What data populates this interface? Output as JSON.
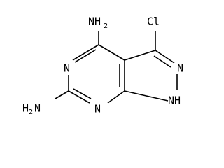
{
  "molecule": {
    "atoms": {
      "nh2_top": {
        "main": "NH",
        "sub": "2"
      },
      "cl": {
        "main": "Cl"
      },
      "n_ring_left": {
        "main": "N"
      },
      "n_pyrazole": {
        "main": "N"
      },
      "nh2_left": {
        "main": "H",
        "mid": "2",
        "tail": "N"
      },
      "n_ring_bottom": {
        "main": "N"
      },
      "nh_pyrazole": {
        "main": "NH"
      }
    },
    "colors": {
      "bond": "#000000",
      "text": "#000000",
      "background": "#ffffff"
    }
  }
}
